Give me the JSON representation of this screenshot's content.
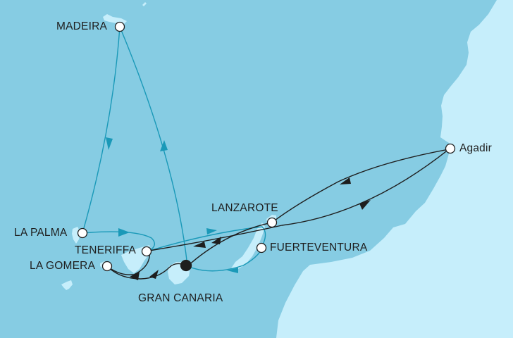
{
  "map": {
    "colors": {
      "sea": "#86cce3",
      "land": "#c6eefb",
      "route_outbound": "#1a99b8",
      "route_return": "#1e1e1e",
      "port_fill": "#ffffff",
      "home_port_fill": "#1e1e1e"
    },
    "ports": [
      {
        "id": "madeira",
        "label": "MADEIRA"
      },
      {
        "id": "la-palma",
        "label": "LA PALMA"
      },
      {
        "id": "teneriffa",
        "label": "TENERIFFA"
      },
      {
        "id": "la-gomera",
        "label": "LA GOMERA"
      },
      {
        "id": "gran-canaria",
        "label": "GRAN CANARIA",
        "home_port": true
      },
      {
        "id": "lanzarote",
        "label": "LANZAROTE"
      },
      {
        "id": "fuerteventura",
        "label": "FUERTEVENTURA"
      },
      {
        "id": "agadir",
        "label": "Agadir"
      }
    ]
  }
}
